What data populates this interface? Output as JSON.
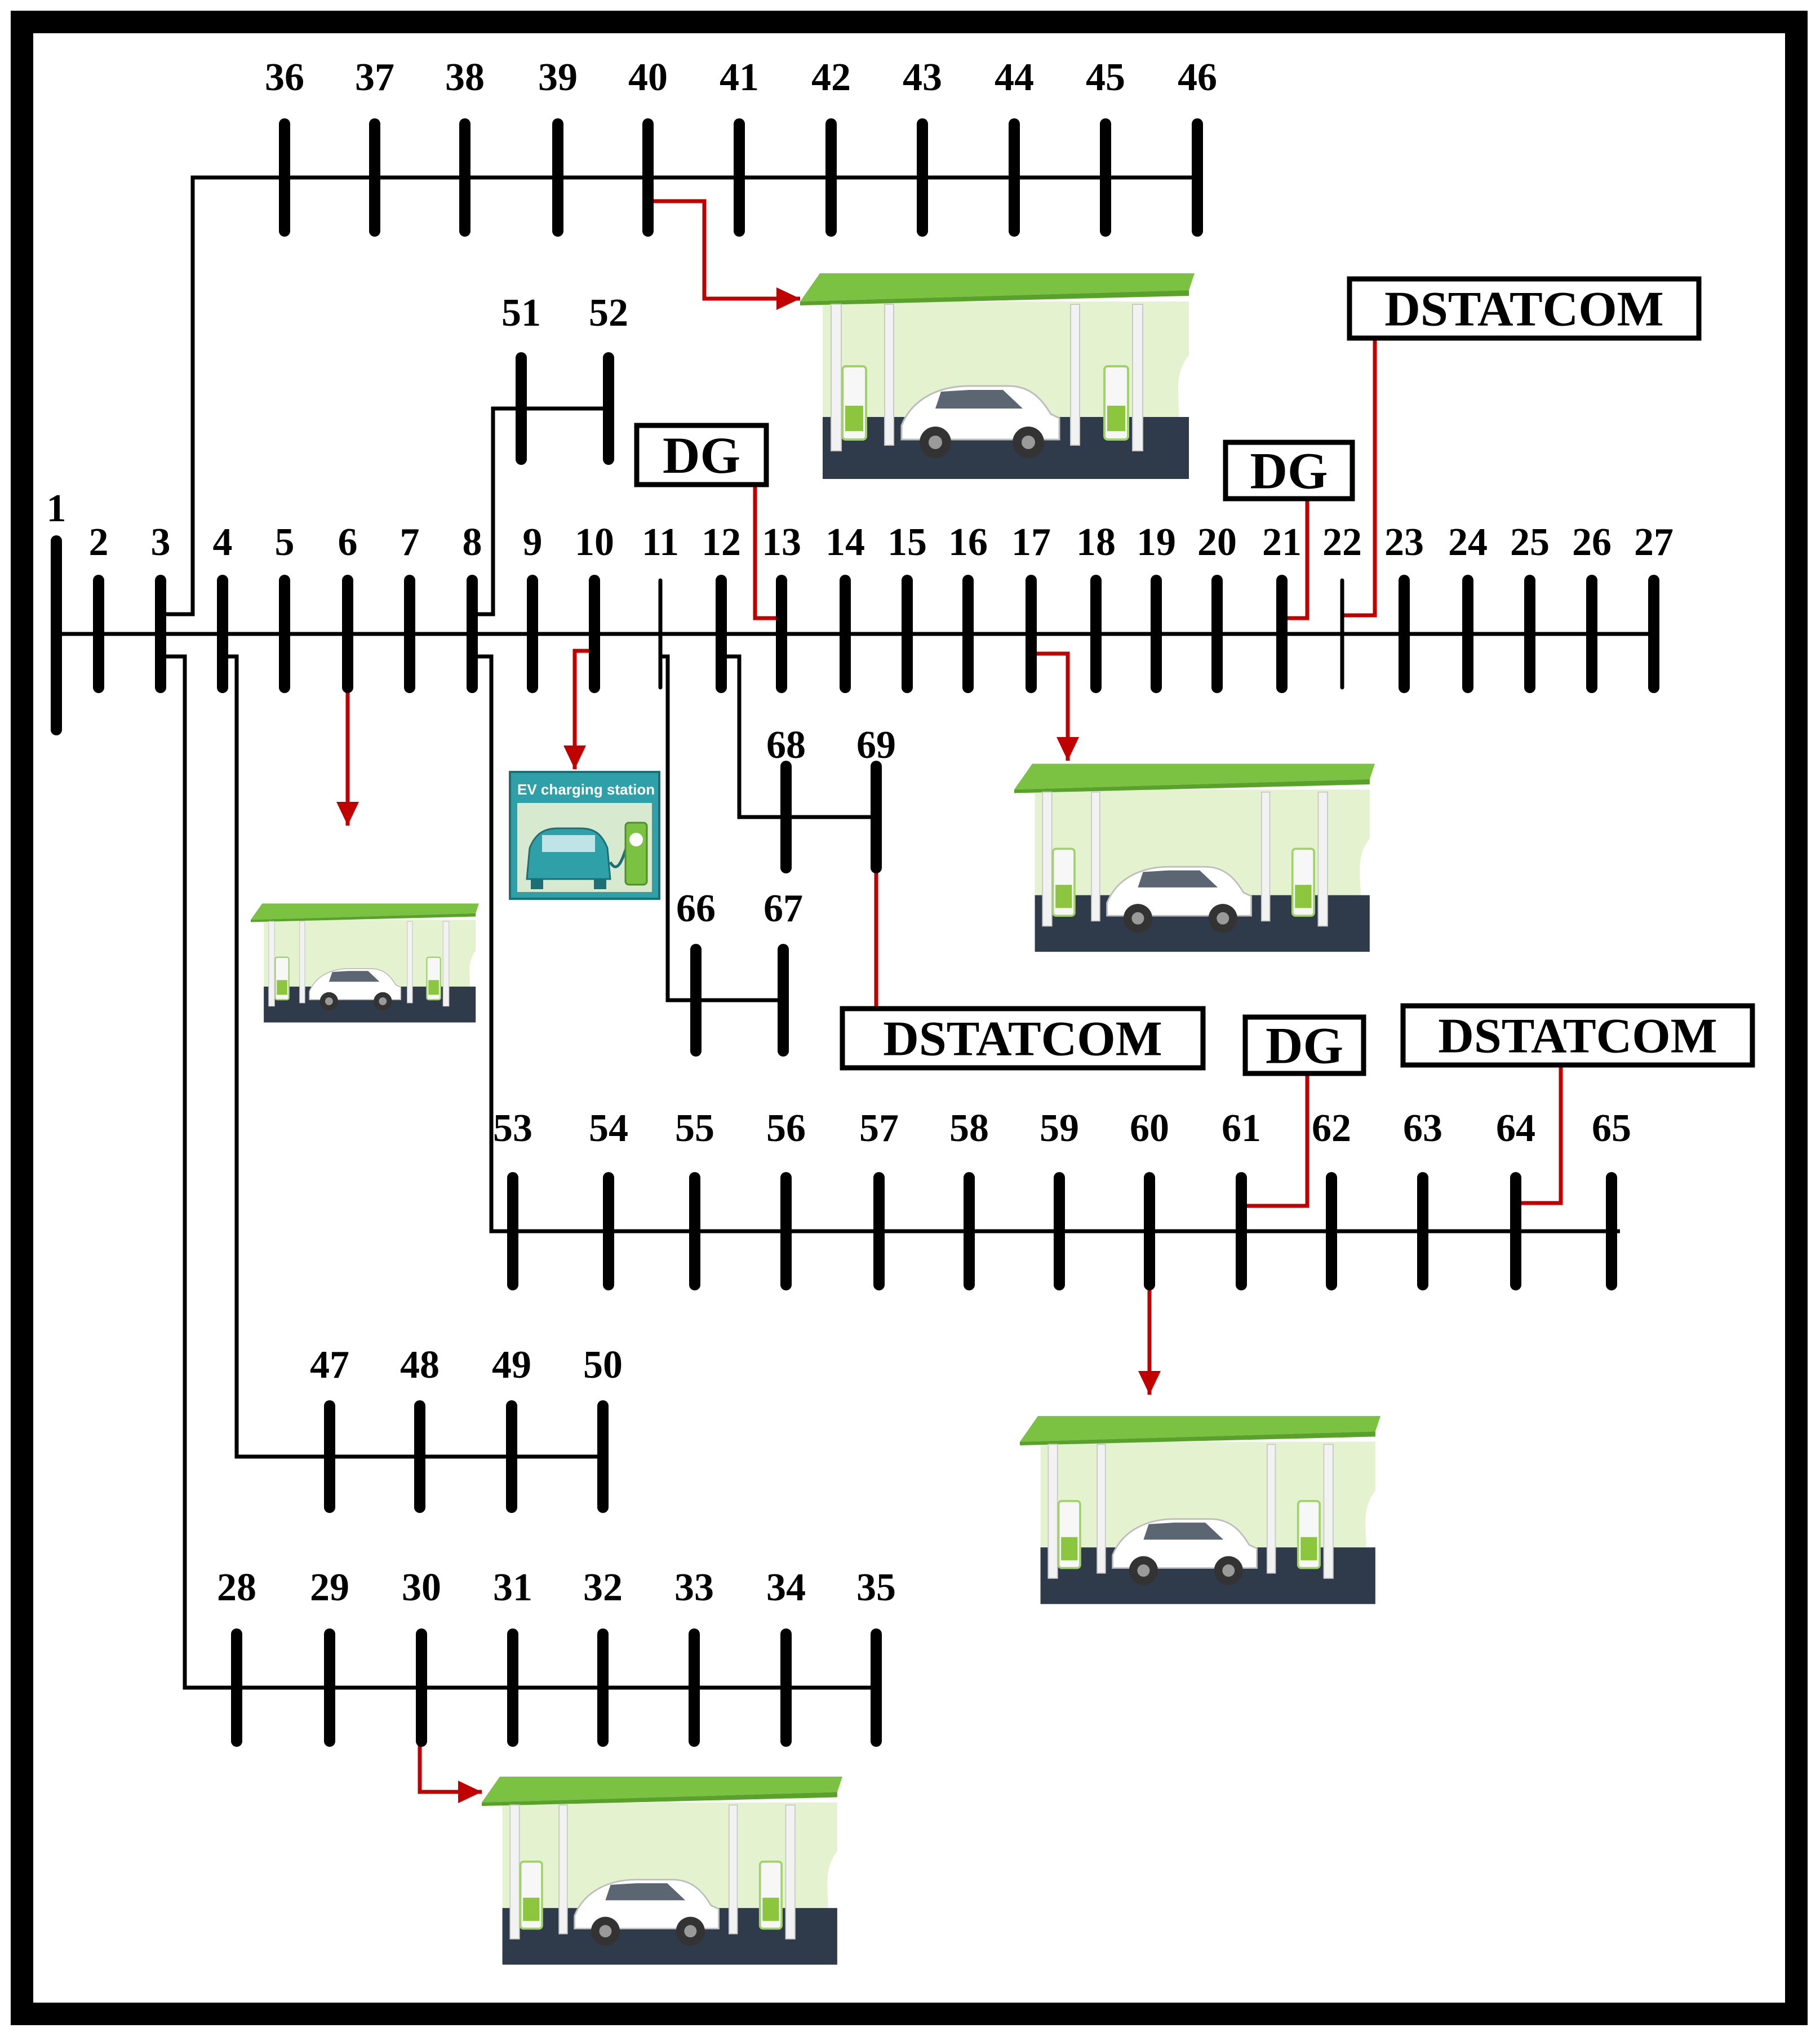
{
  "buses": [
    "1",
    "2",
    "3",
    "4",
    "5",
    "6",
    "7",
    "8",
    "9",
    "10",
    "11",
    "12",
    "13",
    "14",
    "15",
    "16",
    "17",
    "18",
    "19",
    "20",
    "21",
    "22",
    "23",
    "24",
    "25",
    "26",
    "27",
    "28",
    "29",
    "30",
    "31",
    "32",
    "33",
    "34",
    "35",
    "36",
    "37",
    "38",
    "39",
    "40",
    "41",
    "42",
    "43",
    "44",
    "45",
    "46",
    "47",
    "48",
    "49",
    "50",
    "51",
    "52",
    "53",
    "54",
    "55",
    "56",
    "57",
    "58",
    "59",
    "60",
    "61",
    "62",
    "63",
    "64",
    "65",
    "66",
    "67",
    "68",
    "69"
  ],
  "labels": {
    "dg": "DG",
    "dstatcom": "DSTATCOM",
    "ev_sign": "EV charging station"
  },
  "colors": {
    "line": "#000000",
    "connector": "#c00000",
    "canopy": "#7cc242",
    "station_bg": "#e4f2cf",
    "floor": "#2f3b4a",
    "sign_bg": "#2fa0a8"
  },
  "devices": {
    "dg": [
      13,
      21,
      61
    ],
    "dstatcom": [
      22,
      64,
      69
    ],
    "ev_stations": [
      6,
      10,
      17,
      30,
      40,
      60
    ]
  }
}
